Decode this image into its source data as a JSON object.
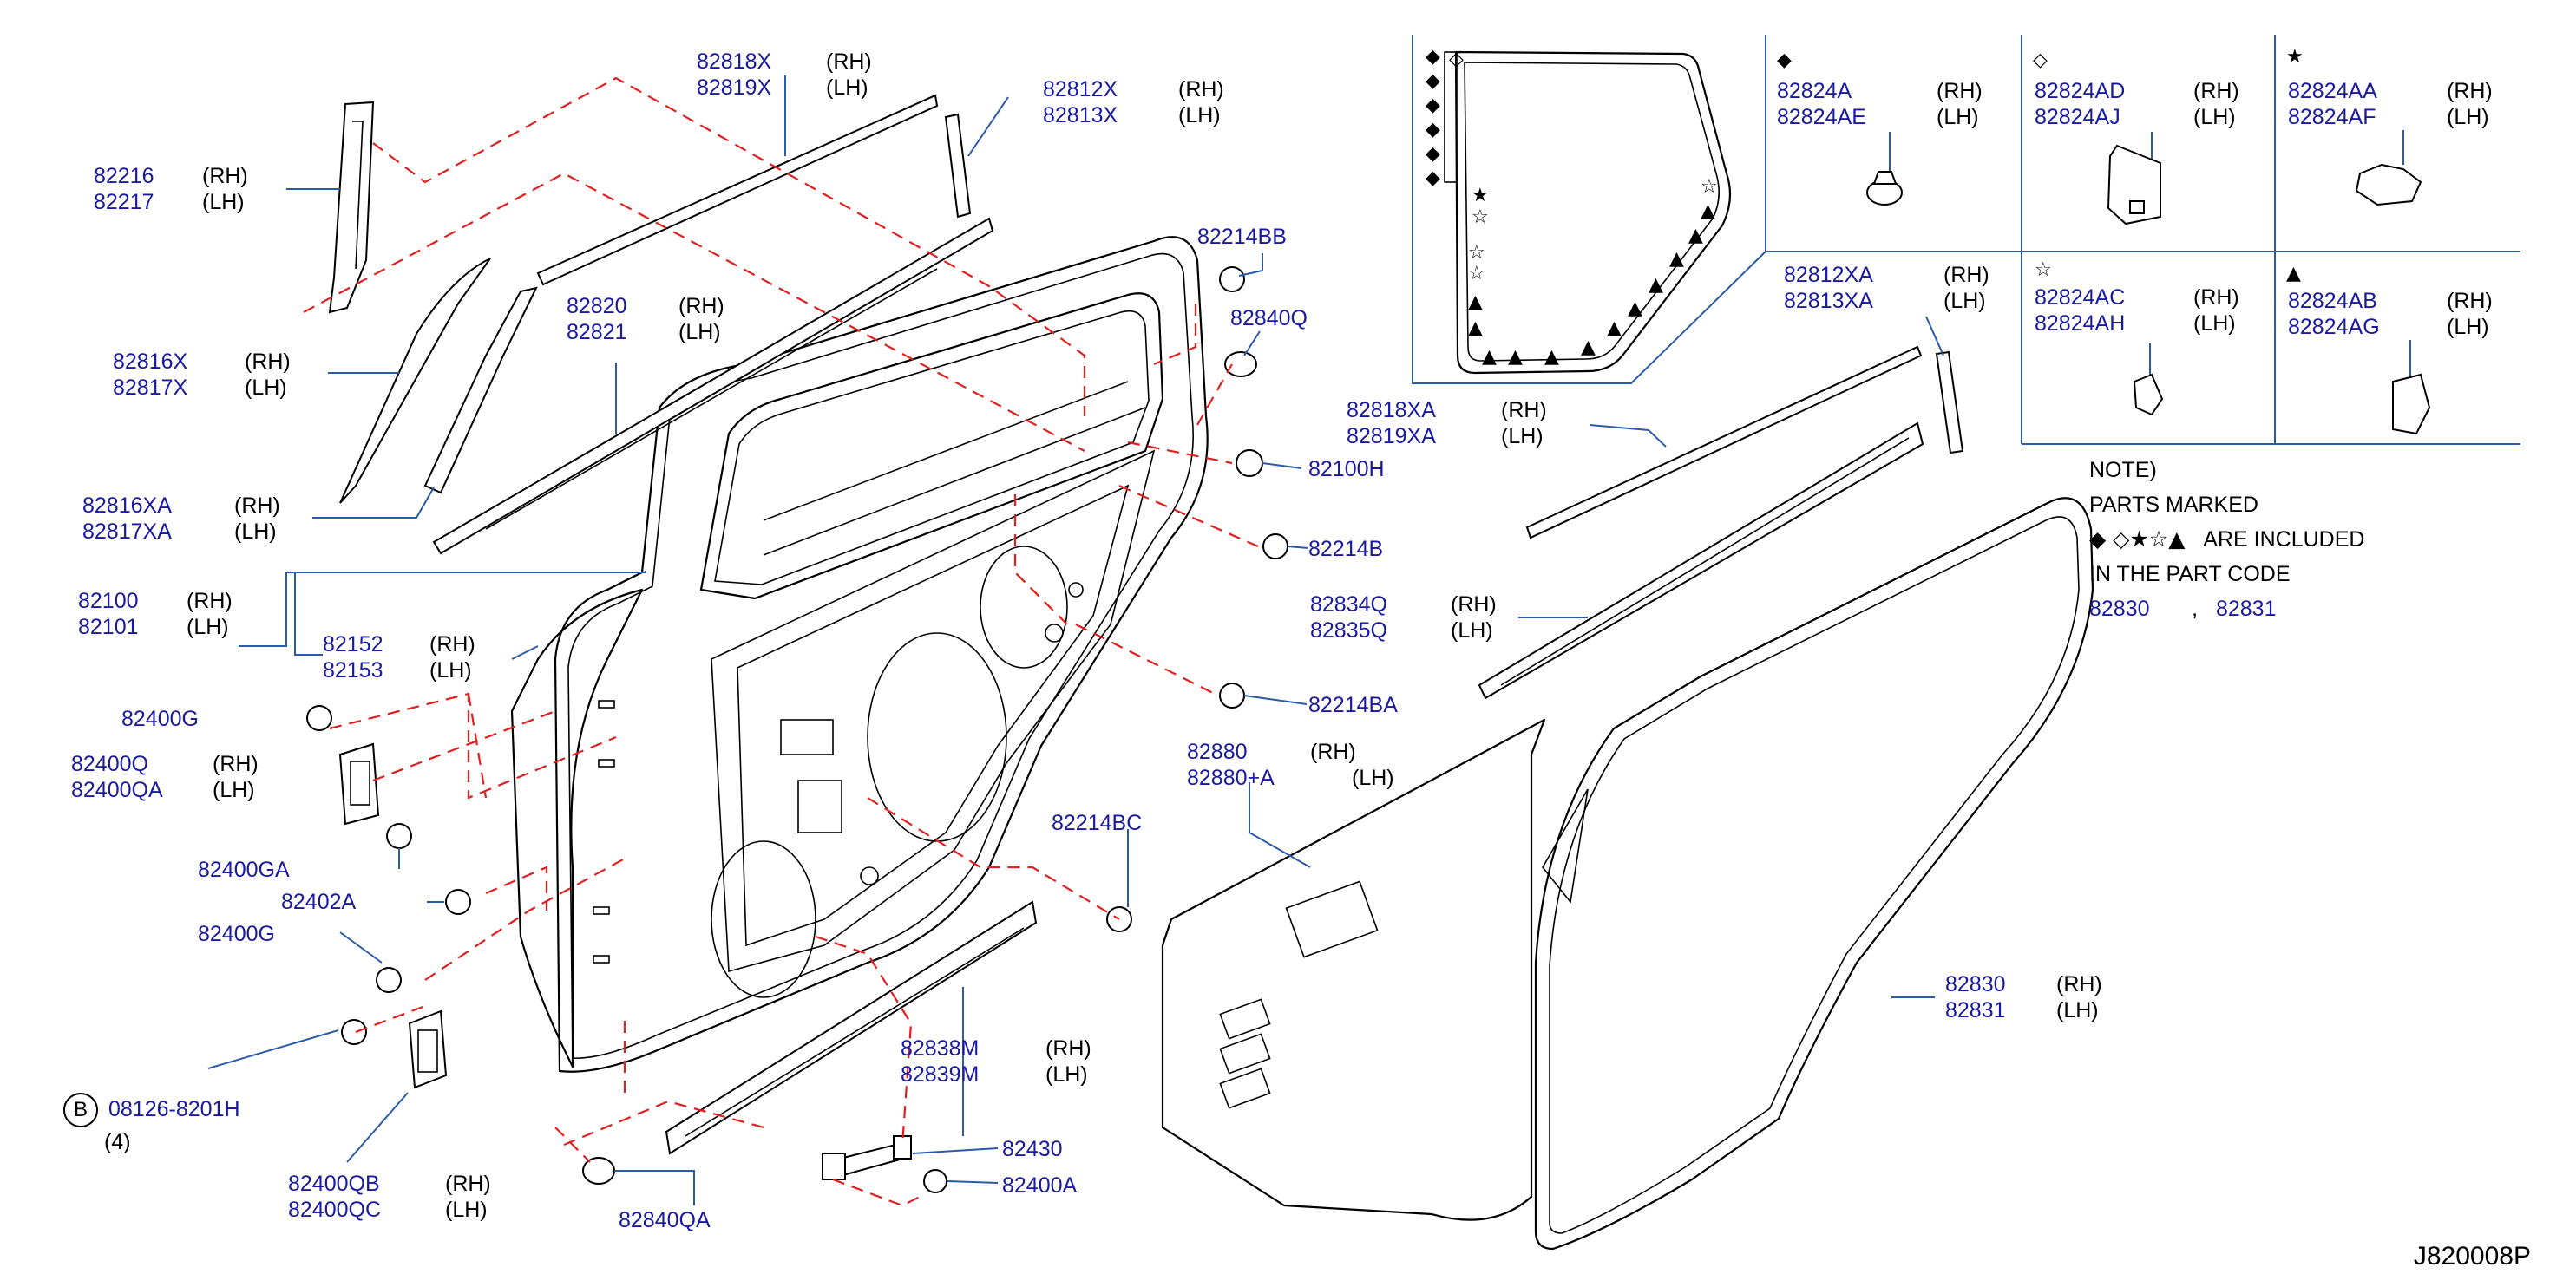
{
  "diagram_code": "J820008P",
  "bolt_symbol": "B",
  "colors": {
    "label": "#1a1aa0",
    "line": "#000000",
    "leader": "#2a5aa8",
    "dashed": "#e02020"
  },
  "labels": {
    "l82216": {
      "parts": [
        "82216",
        "82217"
      ],
      "sides": [
        "(RH)",
        "(LH)"
      ]
    },
    "l82818X": {
      "parts": [
        "82818X",
        "82819X"
      ],
      "sides": [
        "(RH)",
        "(LH)"
      ]
    },
    "l82812X": {
      "parts": [
        "82812X",
        "82813X"
      ],
      "sides": [
        "(RH)",
        "(LH)"
      ]
    },
    "l82214BB": {
      "parts": [
        "82214BB"
      ]
    },
    "l82840Q": {
      "parts": [
        "82840Q"
      ]
    },
    "l82816X": {
      "parts": [
        "82816X",
        "82817X"
      ],
      "sides": [
        "(RH)",
        "(LH)"
      ]
    },
    "l82820": {
      "parts": [
        "82820",
        "82821"
      ],
      "sides": [
        "(RH)",
        "(LH)"
      ]
    },
    "l82816XA": {
      "parts": [
        "82816XA",
        "82817XA"
      ],
      "sides": [
        "(RH)",
        "(LH)"
      ]
    },
    "l82100H": {
      "parts": [
        "82100H"
      ]
    },
    "l82214B": {
      "parts": [
        "82214B"
      ]
    },
    "l82100": {
      "parts": [
        "82100",
        "82101"
      ],
      "sides": [
        "(RH)",
        "(LH)"
      ]
    },
    "l82152": {
      "parts": [
        "82152",
        "82153"
      ],
      "sides": [
        "(RH)",
        "(LH)"
      ]
    },
    "l82400G1": {
      "parts": [
        "82400G"
      ]
    },
    "l82214BA": {
      "parts": [
        "82214BA"
      ]
    },
    "l82400Q": {
      "parts": [
        "82400Q",
        "82400QA"
      ],
      "sides": [
        "(RH)",
        "(LH)"
      ]
    },
    "l82880": {
      "parts": [
        "82880",
        "82880+A"
      ],
      "sides": [
        "(RH)",
        "(LH)"
      ]
    },
    "l82400GA": {
      "parts": [
        "82400GA"
      ]
    },
    "l82214BC": {
      "parts": [
        "82214BC"
      ]
    },
    "l82402A": {
      "parts": [
        "82402A"
      ]
    },
    "l82400G2": {
      "parts": [
        "82400G"
      ]
    },
    "l08126": {
      "parts": [
        "08126-8201H"
      ],
      "qty": "(4)"
    },
    "l82838M": {
      "parts": [
        "82838M",
        "82839M"
      ],
      "sides": [
        "(RH)",
        "(LH)"
      ]
    },
    "l82430": {
      "parts": [
        "82430"
      ]
    },
    "l82400A": {
      "parts": [
        "82400A"
      ]
    },
    "l82400QB": {
      "parts": [
        "82400QB",
        "82400QC"
      ],
      "sides": [
        "(RH)",
        "(LH)"
      ]
    },
    "l82840QA": {
      "parts": [
        "82840QA"
      ]
    },
    "l82818XA": {
      "parts": [
        "82818XA",
        "82819XA"
      ],
      "sides": [
        "(RH)",
        "(LH)"
      ]
    },
    "l82812XA": {
      "parts": [
        "82812XA",
        "82813XA"
      ],
      "sides": [
        "(RH)",
        "(LH)"
      ]
    },
    "l82834Q": {
      "parts": [
        "82834Q",
        "82835Q"
      ],
      "sides": [
        "(RH)",
        "(LH)"
      ]
    },
    "l82830": {
      "parts": [
        "82830",
        "82831"
      ],
      "sides": [
        "(RH)",
        "(LH)"
      ]
    },
    "l82824A": {
      "parts": [
        "82824A",
        "82824AE"
      ],
      "sides": [
        "(RH)",
        "(LH)"
      ]
    },
    "l82824AD": {
      "parts": [
        "82824AD",
        "82824AJ"
      ],
      "sides": [
        "(RH)",
        "(LH)"
      ]
    },
    "l82824AA": {
      "parts": [
        "82824AA",
        "82824AF"
      ],
      "sides": [
        "(RH)",
        "(LH)"
      ]
    },
    "l82824AC": {
      "parts": [
        "82824AC",
        "82824AH"
      ],
      "sides": [
        "(RH)",
        "(LH)"
      ]
    },
    "l82824AB": {
      "parts": [
        "82824AB",
        "82824AG"
      ],
      "sides": [
        "(RH)",
        "(LH)"
      ]
    }
  },
  "note": {
    "line1": "NOTE)",
    "line2": "PARTS   MARKED",
    "symbols": "◆ ◇★☆▲",
    "line3_tail": "ARE   INCLUDED",
    "line4": "IN   THE   PART   CODE",
    "code1": "82830",
    "sep": ",",
    "code2": "82831"
  },
  "legend_symbols": {
    "filled_diamond": "◆",
    "open_diamond": "◇",
    "filled_star": "★",
    "open_star": "☆",
    "filled_triangle": "▲"
  }
}
